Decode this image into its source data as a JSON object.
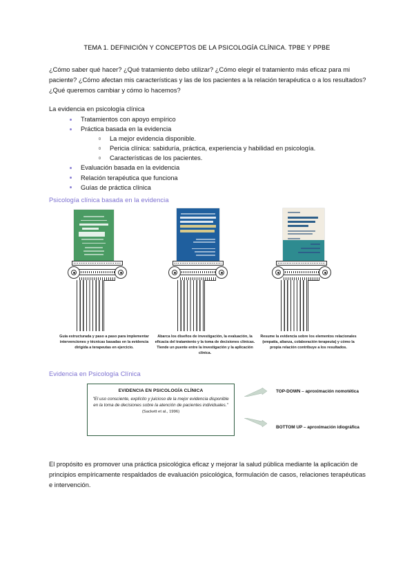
{
  "document": {
    "title": "TEMA 1. DEFINICIÓN Y CONCEPTOS DE LA PSICOLOGÍA CLÍNICA. TPBE Y PPBE",
    "intro_paragraph": "¿Cómo saber qué hacer? ¿Qué tratamiento debo utilizar? ¿Cómo elegir el tratamiento más eficaz para mi paciente? ¿Cómo afectan mis características y las de los pacientes a la relación terapéutica o a los resultados? ¿Qué queremos cambiar y cómo lo hacemos?",
    "final_paragraph": "El propósito es promover una práctica psicológica eficaz y mejorar la salud pública mediante la aplicación de principios empíricamente respaldados de evaluación psicológica, formulación de casos, relaciones terapéuticas e intervención."
  },
  "evidence_list": {
    "intro": "La evidencia en psicología clínica",
    "items": [
      {
        "level": 1,
        "text": "Tratamientos con apoyo empírico"
      },
      {
        "level": 1,
        "text": "Práctica basada en la evidencia"
      },
      {
        "level": 2,
        "text": "La mejor evidencia disponible."
      },
      {
        "level": 2,
        "text": "Pericia clínica: sabiduría, práctica, experiencia y habilidad en psicología."
      },
      {
        "level": 2,
        "text": "Características de los pacientes."
      },
      {
        "level": 1,
        "text": "Evaluación basada en la evidencia"
      },
      {
        "level": 1,
        "text": "Relación terapéutica que funciona"
      },
      {
        "level": 1,
        "text": "Guías de práctica clínica"
      }
    ]
  },
  "headings": {
    "psicologia_basada": "Psicología clínica basada en la evidencia",
    "evidencia_clinica": "Evidencia en Psicología Clínica",
    "color": "#7b6fd0"
  },
  "books": [
    {
      "cover_color": "#4a9b63",
      "title_lines": [
        "TREATMENTS",
        "THAT",
        "WORK"
      ],
      "caption": "Guía estructurada y paso a paso para implementar intervenciones y técnicas basadas en la evidencia dirigida a terapeutas en ejercicio."
    },
    {
      "cover_color": "#1f5f9e",
      "title_lines": [
        "HANDBOOK OF",
        "EVIDENCE-BASED",
        "PRACTICE IN",
        "CLINICAL",
        "PSYCHOLOGY"
      ],
      "caption": "Abarca los diseños de investigación, la evaluación, la eficacia del tratamiento y la toma de decisiones clínicas. Tiende un puente entre la investigación y la aplicación clínica."
    },
    {
      "cover_color": "#f1ece1",
      "accent_color": "#2e8b90",
      "title_lines": [
        "PSYCHOTHERAPY",
        "RELATIONSHIPS",
        "THAT WORK"
      ],
      "caption": "Resume la evidencia sobre los elementos relacionales (empatía, alianza, colaboración terapeuta) y cómo la propia relación contribuye a los resultados."
    }
  ],
  "diagram": {
    "box": {
      "title": "EVIDENCIA EN PSICOLOGÍA CLÍNICA",
      "quote": "\"El uso consciente, explícito y juicioso de la mejor evidencia disponible en la toma de decisiones sobre la atención de pacientes individuales.\"",
      "citation": "(Sackett et al., 1996)",
      "border_color": "#2e5c3f"
    },
    "arrows": [
      {
        "label": "TOP-DOWN – aproximación nomotética",
        "direction": "up-right"
      },
      {
        "label": "BOTTOM UP – aproximación idiográfica",
        "direction": "down-right"
      }
    ],
    "arrow_color": "#c9d8cd"
  }
}
